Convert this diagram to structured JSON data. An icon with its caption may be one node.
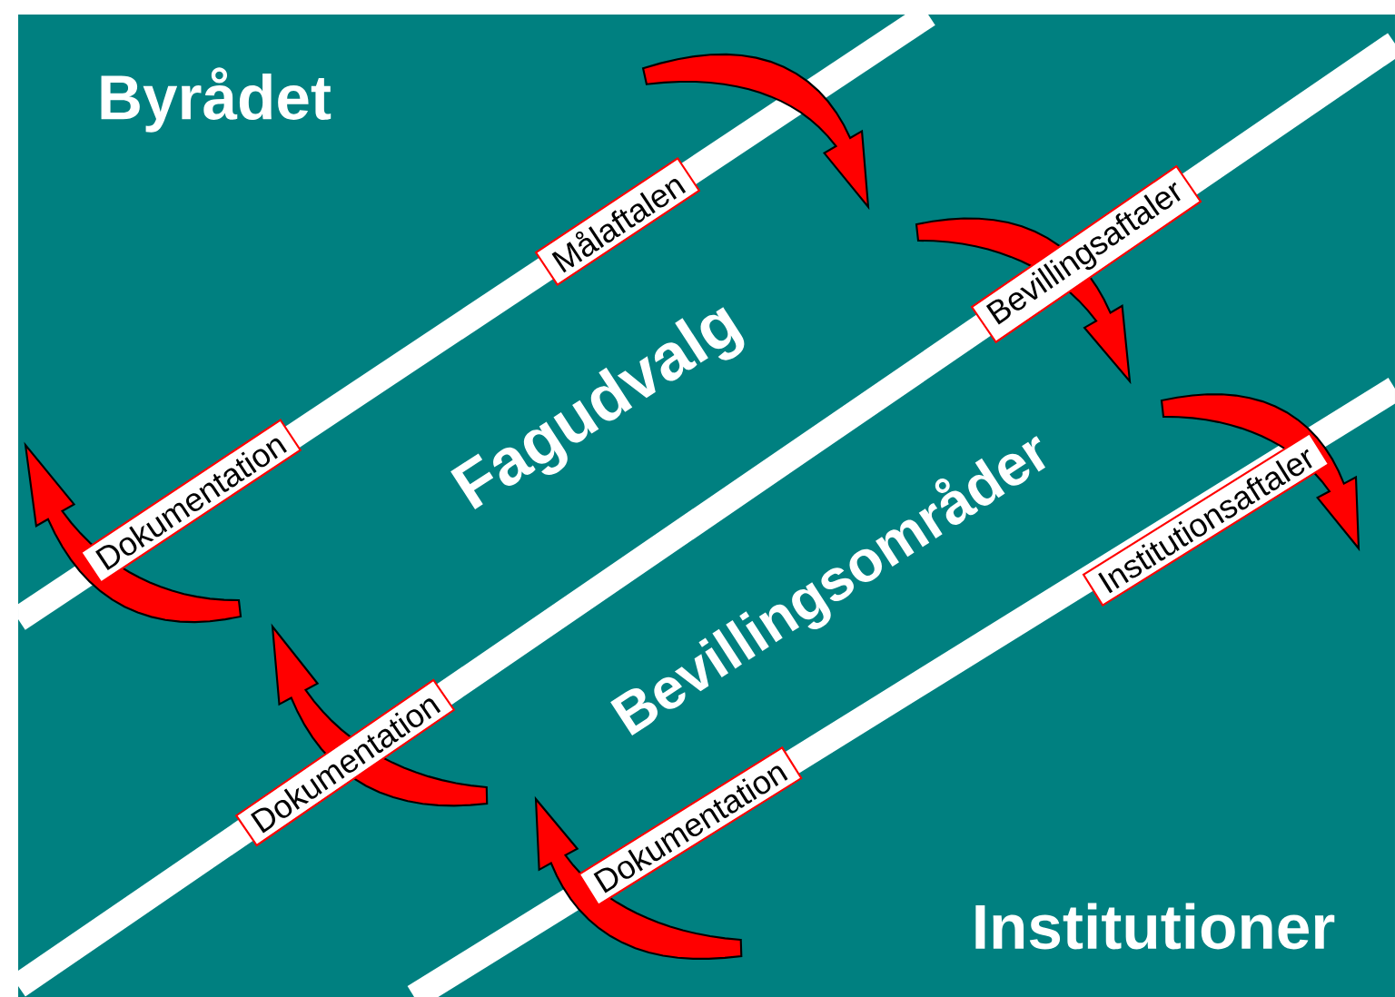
{
  "diagram": {
    "nodes": [
      {
        "text": [
          "Målaftalen"
        ]
      },
      {
        "text": [
          "Bevillingsaftaler"
        ]
      },
      {
        "text": [
          "Institutionsaftaler"
        ]
      },
      {
        "text": [
          "Dokumentation"
        ]
      },
      {
        "text": [
          "Dokumentation"
        ]
      },
      {
        "text": [
          "Dokumentation"
        ]
      }
    ],
    "labels": [
      "Byrådet",
      "Fagudvalg",
      "Bevillingsområder",
      "Institutioner"
    ]
  }
}
